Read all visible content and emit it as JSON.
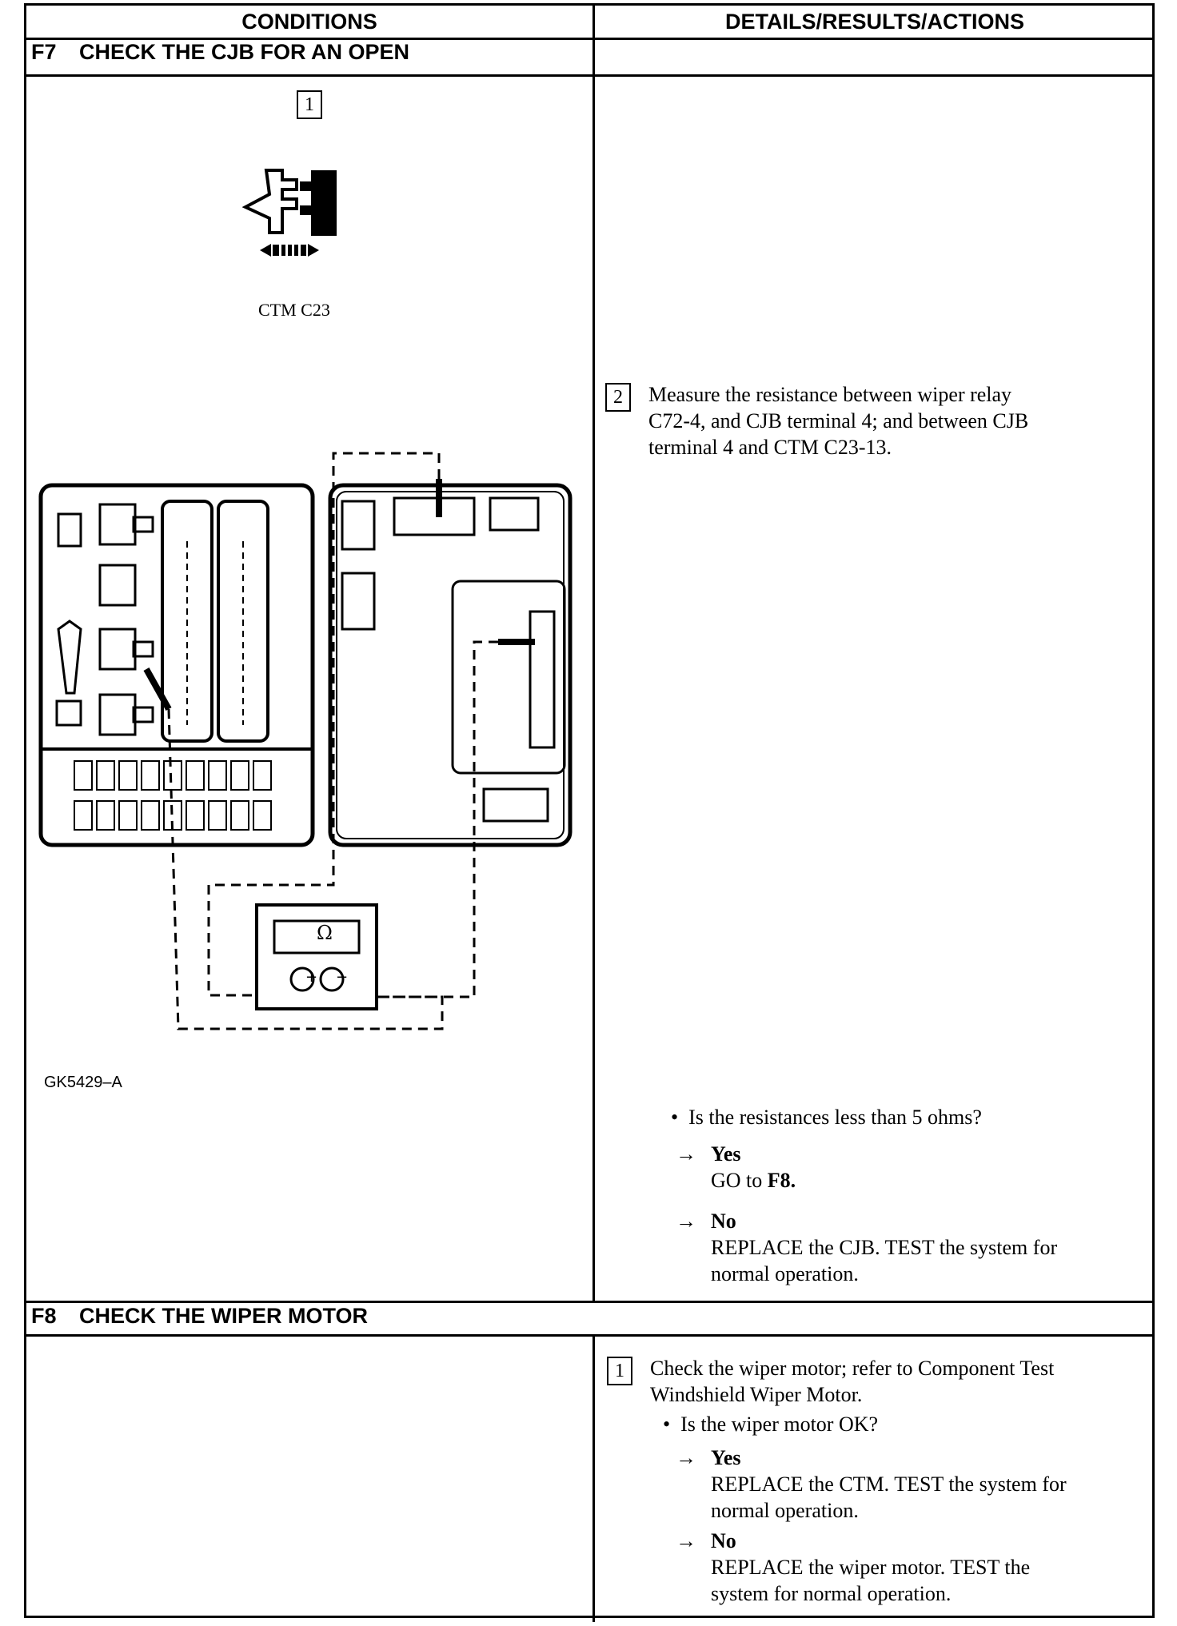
{
  "header": {
    "conditions": "CONDITIONS",
    "details": "DETAILS/RESULTS/ACTIONS"
  },
  "f7": {
    "code": "F7",
    "title": "CHECK THE CJB FOR AN OPEN",
    "step1_number": "1",
    "connector_caption": "CTM C23",
    "step2_number": "2",
    "step2_text_line1": "Measure the resistance between wiper relay",
    "step2_text_line2": "C72-4, and CJB terminal 4; and between CJB",
    "step2_text_line3": "terminal 4 and CTM C23-13.",
    "meter_symbol": "Ω",
    "meter_plus": "+",
    "meter_minus": "−",
    "figure_id": "GK5429–A",
    "question": "Is the resistances less than 5 ohms?",
    "yes_label": "Yes",
    "yes_action_prefix": "GO to ",
    "yes_action_target": "F8.",
    "no_label": "No",
    "no_action_line1": "REPLACE the CJB. TEST the system for",
    "no_action_line2": "normal operation."
  },
  "f8": {
    "code": "F8",
    "title": "CHECK THE WIPER MOTOR",
    "step1_number": "1",
    "step1_text_line1": "Check the wiper motor; refer to Component Test",
    "step1_text_line2": "Windshield Wiper Motor.",
    "question": "Is the wiper motor OK?",
    "yes_label": "Yes",
    "yes_action_line1": "REPLACE the CTM. TEST the system for",
    "yes_action_line2": "normal operation.",
    "no_label": "No",
    "no_action_line1": "REPLACE the wiper motor. TEST the",
    "no_action_line2": "system for normal operation."
  },
  "icons": {
    "arrow": "right-arrow-icon",
    "bullet": "bullet-icon"
  }
}
